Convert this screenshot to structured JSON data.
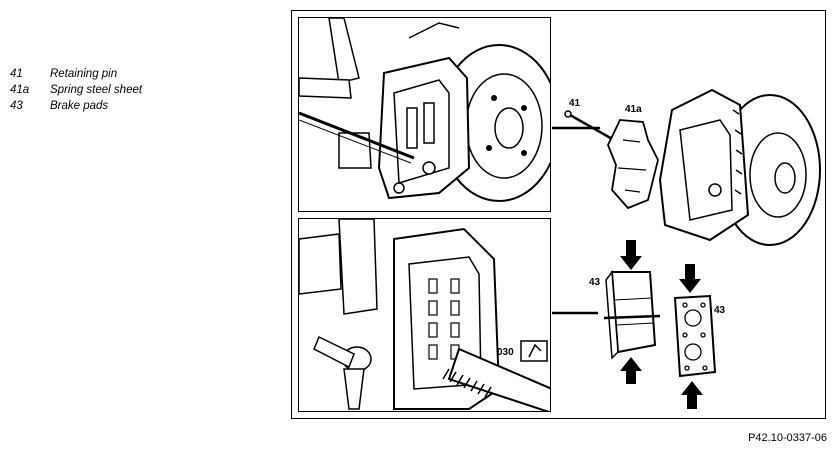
{
  "legend": [
    {
      "num": "41",
      "label": "Retaining pin"
    },
    {
      "num": "41a",
      "label": "Spring steel sheet"
    },
    {
      "num": "43",
      "label": "Brake pads"
    }
  ],
  "callouts": {
    "pin": "41",
    "sheet": "41a",
    "pad_left": "43",
    "pad_right": "43",
    "tool": "030"
  },
  "reference": "P42.10-0337-06"
}
